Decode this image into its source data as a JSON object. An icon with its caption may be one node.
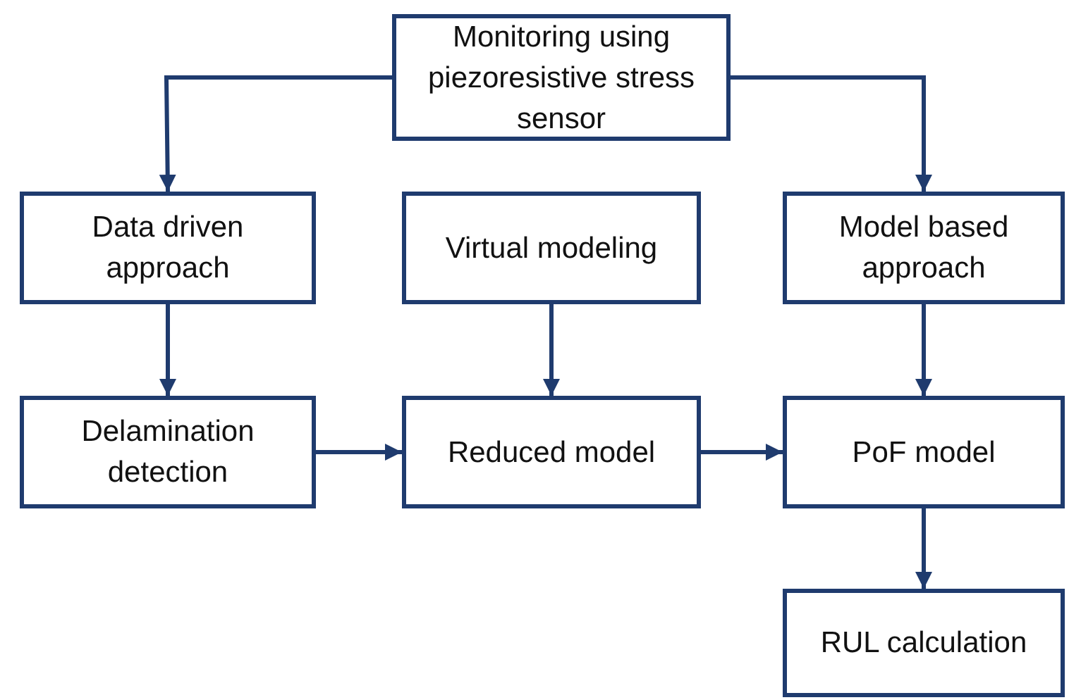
{
  "diagram": {
    "nodes": [
      {
        "text": [
          "Monitoring using piezoresistive stress sensor"
        ]
      },
      {
        "text": [
          "Data driven approach"
        ]
      },
      {
        "text": [
          "Virtual modeling"
        ]
      },
      {
        "text": [
          "Model based approach"
        ]
      },
      {
        "text": [
          "Delamination detection"
        ]
      },
      {
        "text": [
          "Reduced model"
        ]
      },
      {
        "text": [
          "PoF model"
        ]
      },
      {
        "text": [
          "RUL calculation"
        ]
      }
    ],
    "edges": [
      {
        "from": 0,
        "to": 1,
        "arrow": "to"
      },
      {
        "from": 0,
        "to": 3,
        "arrow": "to"
      },
      {
        "from": 1,
        "to": 4,
        "arrow": "to"
      },
      {
        "from": 2,
        "to": 5,
        "arrow": "to"
      },
      {
        "from": 3,
        "to": 6,
        "arrow": "to"
      },
      {
        "from": 4,
        "to": 5,
        "arrow": "to"
      },
      {
        "from": 5,
        "to": 6,
        "arrow": "to"
      },
      {
        "from": 6,
        "to": 7,
        "arrow": "to"
      }
    ]
  }
}
